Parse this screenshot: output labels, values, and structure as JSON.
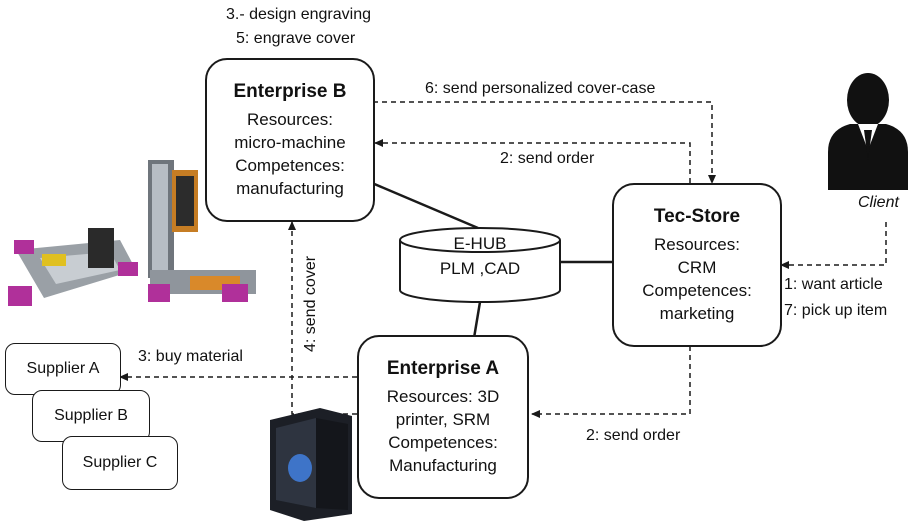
{
  "enterprise_b": {
    "title": "Enterprise B",
    "lines": [
      "Resources:",
      "micro-machine",
      "Competences:",
      "manufacturing"
    ],
    "above": [
      "3.- design engraving",
      "5: engrave cover"
    ]
  },
  "tec_store": {
    "title": "Tec-Store",
    "lines": [
      "Resources:",
      "CRM",
      "Competences:",
      "marketing"
    ]
  },
  "enterprise_a": {
    "title": "Enterprise A",
    "lines": [
      "Resources: 3D",
      "printer, SRM",
      "Competences:",
      "Manufacturing"
    ]
  },
  "ehub": {
    "title": "E-HUB",
    "subtitle": "PLM ,CAD"
  },
  "client": {
    "label": "Client"
  },
  "suppliers": [
    "Supplier A",
    "Supplier B",
    "Supplier C"
  ],
  "edges": {
    "send_personalized": "6: send personalized cover-case",
    "send_order_top": "2: send order",
    "send_order_bottom": "2: send order",
    "buy_material": "3: buy material",
    "send_cover": "4: send cover",
    "want_article": "1: want article",
    "pick_up": "7: pick up item"
  },
  "colors": {
    "line": "#1a1a1a",
    "machine_metal": "#8a8f95",
    "machine_accent_purple": "#b0309a",
    "machine_accent_orange": "#d9892a",
    "printer_body": "#1c1f26"
  }
}
